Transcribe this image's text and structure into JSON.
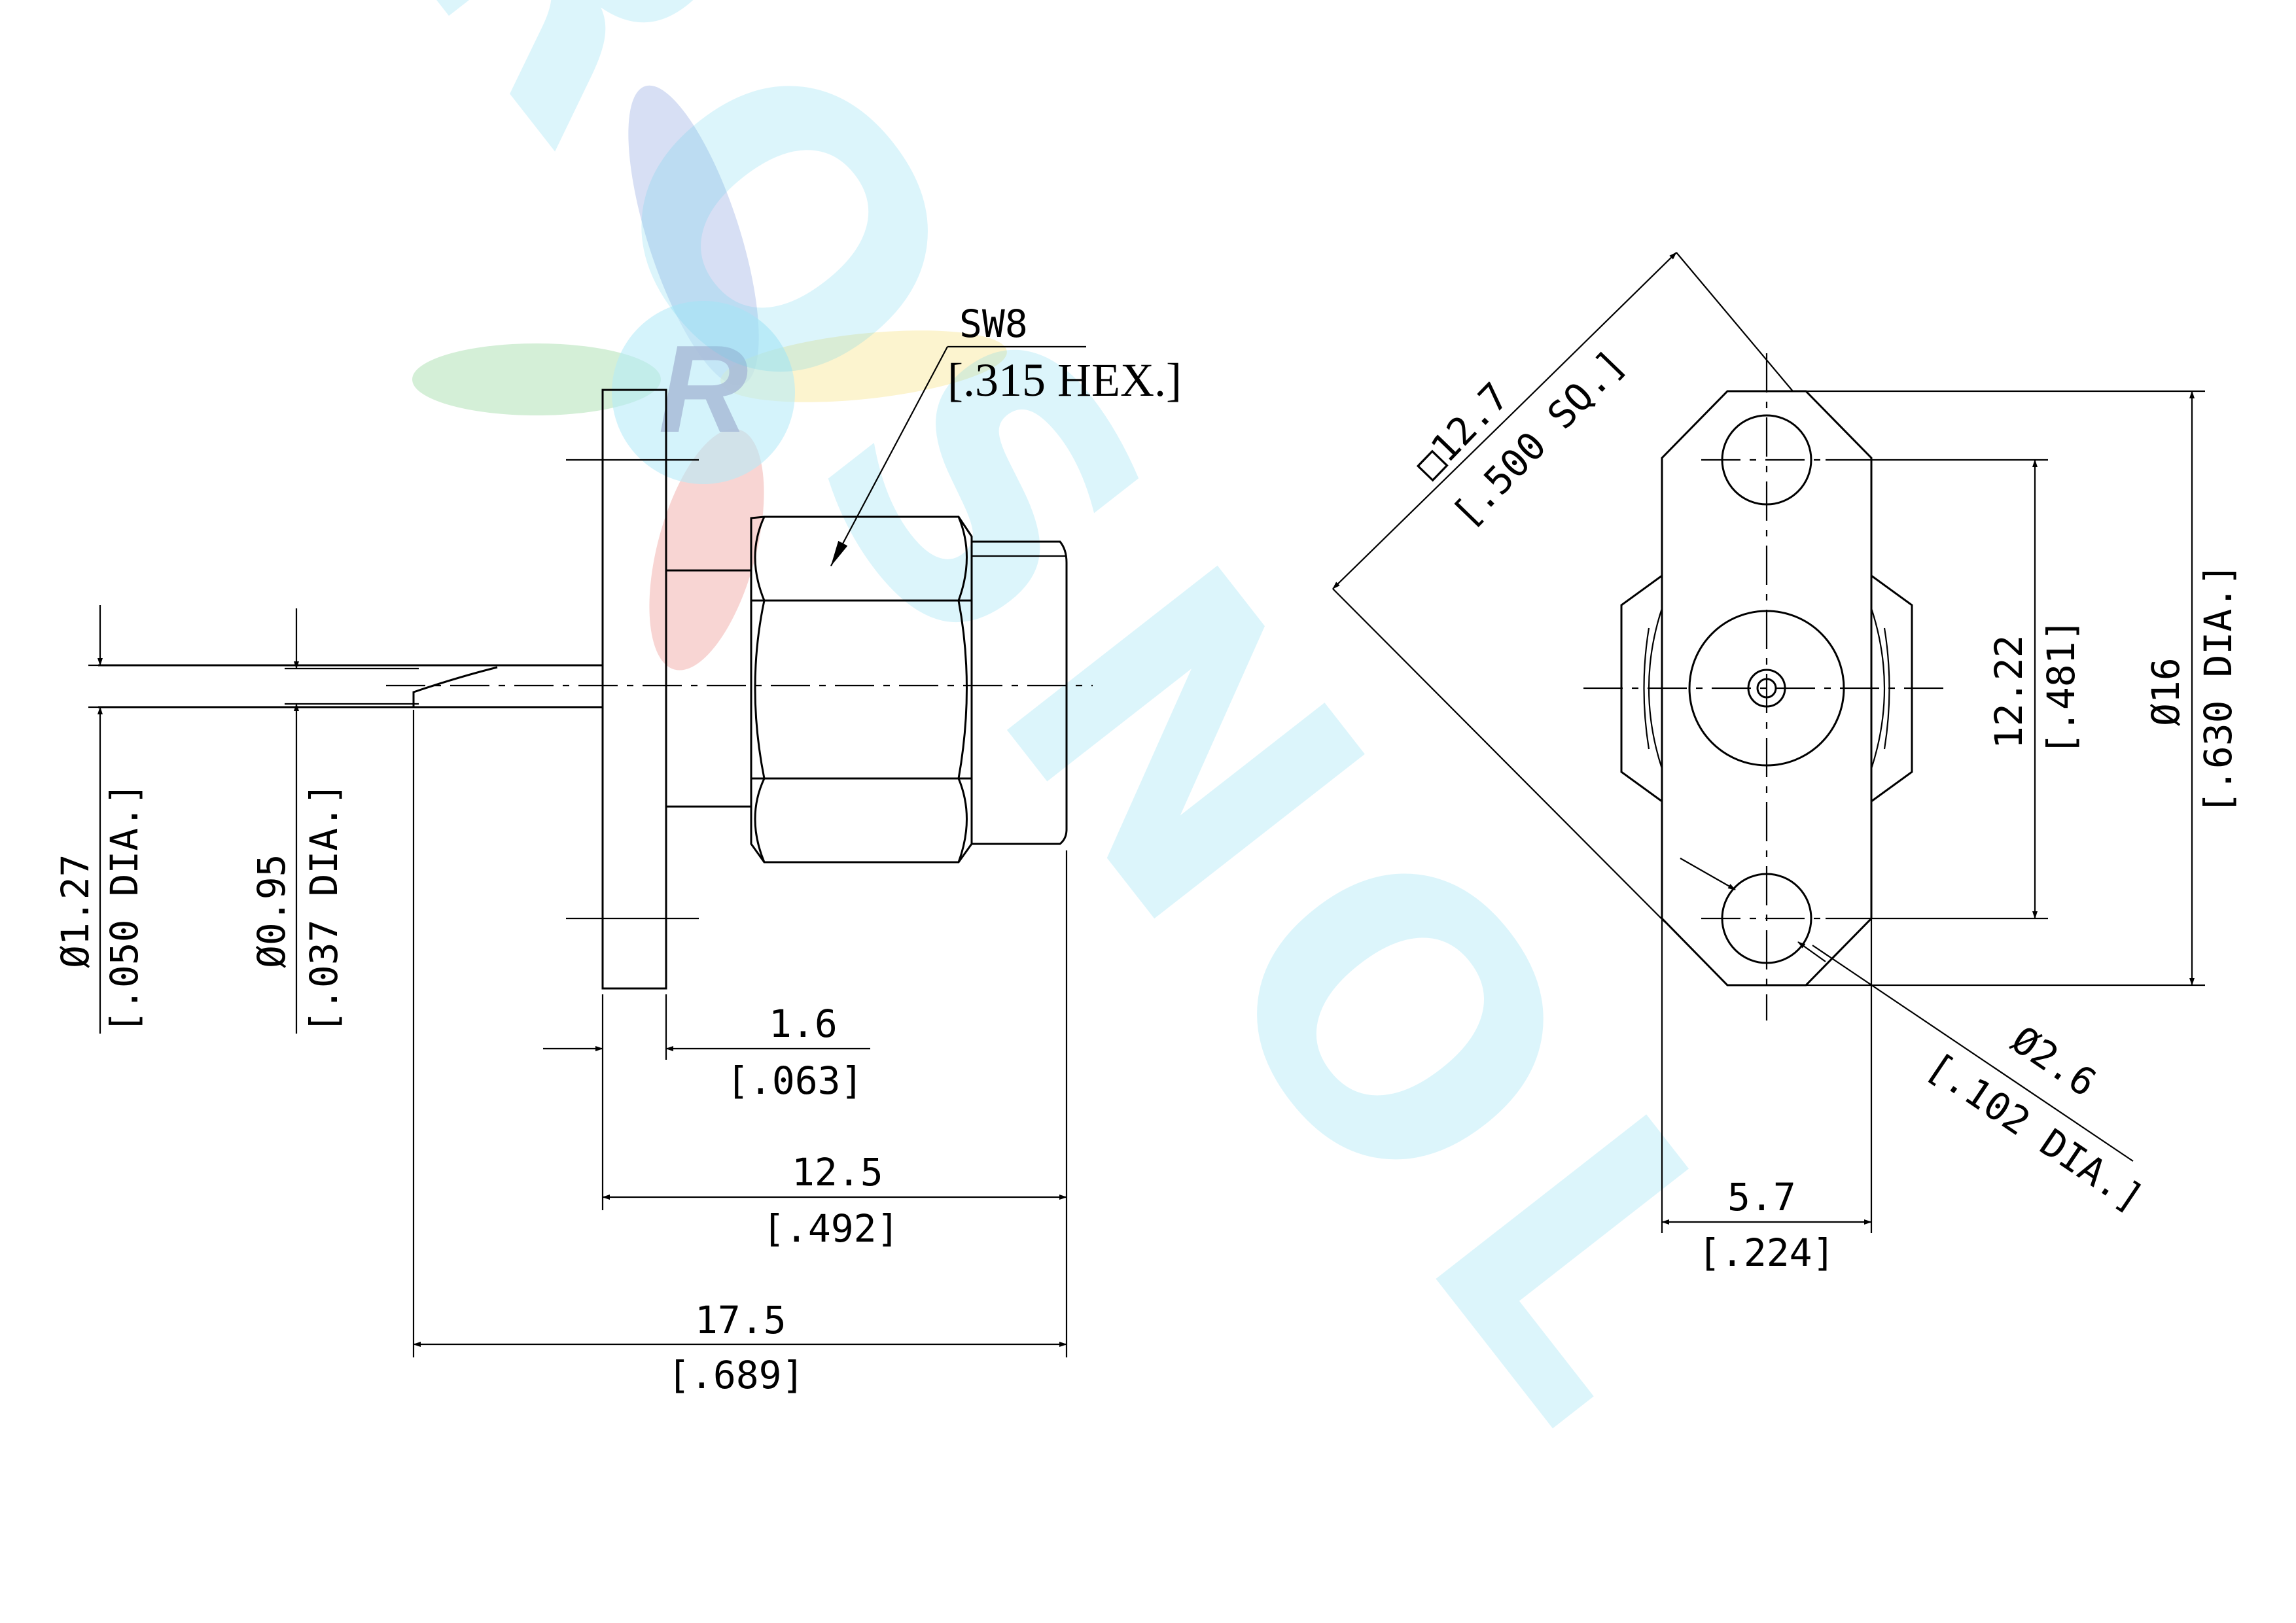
{
  "watermark": {
    "brand_text": "ROSNOL",
    "logo_letter": "R",
    "colors": {
      "blue": "#4f6fd0",
      "green": "#3fb94d",
      "yellow": "#f2d23a",
      "red": "#e0463e",
      "cyan": "#5fd2ee"
    }
  },
  "side_view": {
    "wrench_size": "SW8",
    "wrench_size_inch": "[.315 HEX.]",
    "pin_dia": "Ø1.27",
    "pin_dia_inch": "[.050 DIA.]",
    "tip_dia": "Ø0.95",
    "tip_dia_inch": "[.037 DIA.]",
    "flange_thickness": "1.6",
    "flange_thickness_inch": "[.063]",
    "body_length": "12.5",
    "body_length_inch": "[.492]",
    "overall_length": "17.5",
    "overall_length_inch": "[.689]"
  },
  "front_view": {
    "flange_square": "□12.7",
    "flange_square_inch": "[.500 SQ.]",
    "hole_spacing": "12.22",
    "hole_spacing_inch": "[.481]",
    "outer_dia": "Ø16",
    "outer_dia_inch": "[.630 DIA.]",
    "hole_dia": "Ø2.6",
    "hole_dia_inch": "[.102 DIA.]",
    "flange_width": "5.7",
    "flange_width_inch": "[.224]"
  }
}
